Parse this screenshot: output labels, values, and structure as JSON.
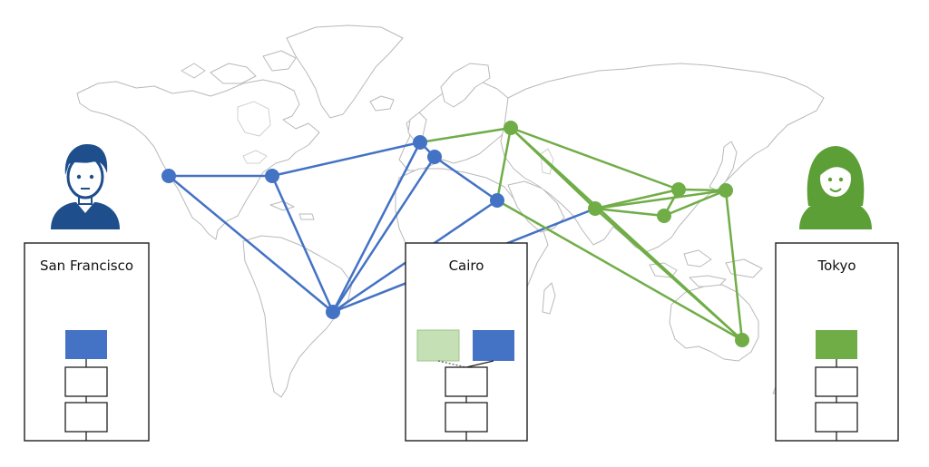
{
  "colors": {
    "blue": "#4472c4",
    "green": "#70ad47",
    "green_light": "#c5e0b4",
    "map_stroke": "#b9b9b9",
    "box_stroke": "#1f1f1f"
  },
  "icons": {
    "left_user": "man-user-icon",
    "right_user": "woman-user-icon"
  },
  "panels": {
    "left": {
      "title": "San Francisco"
    },
    "center": {
      "title": "Cairo"
    },
    "right": {
      "title": "Tokyo"
    }
  },
  "network": {
    "blue_nodes": [
      "sf",
      "ny",
      "london",
      "paris",
      "cairo",
      "sao-paulo"
    ],
    "green_nodes": [
      "moscow",
      "india",
      "beijing",
      "shanghai",
      "tokyo",
      "sydney"
    ],
    "blue_links": [
      [
        "sf",
        "ny"
      ],
      [
        "sf",
        "sao-paulo"
      ],
      [
        "ny",
        "london"
      ],
      [
        "ny",
        "sao-paulo"
      ],
      [
        "london",
        "sao-paulo"
      ],
      [
        "paris",
        "sao-paulo"
      ],
      [
        "london",
        "paris"
      ],
      [
        "paris",
        "cairo"
      ],
      [
        "sao-paulo",
        "cairo"
      ],
      [
        "sao-paulo",
        "india"
      ]
    ],
    "green_links": [
      [
        "london",
        "moscow"
      ],
      [
        "moscow",
        "cairo"
      ],
      [
        "moscow",
        "india"
      ],
      [
        "moscow",
        "beijing"
      ],
      [
        "moscow",
        "sydney"
      ],
      [
        "cairo",
        "sydney"
      ],
      [
        "india",
        "beijing"
      ],
      [
        "india",
        "shanghai"
      ],
      [
        "india",
        "tokyo"
      ],
      [
        "india",
        "sydney"
      ],
      [
        "beijing",
        "shanghai"
      ],
      [
        "beijing",
        "tokyo"
      ],
      [
        "shanghai",
        "tokyo"
      ],
      [
        "tokyo",
        "sydney"
      ]
    ]
  }
}
